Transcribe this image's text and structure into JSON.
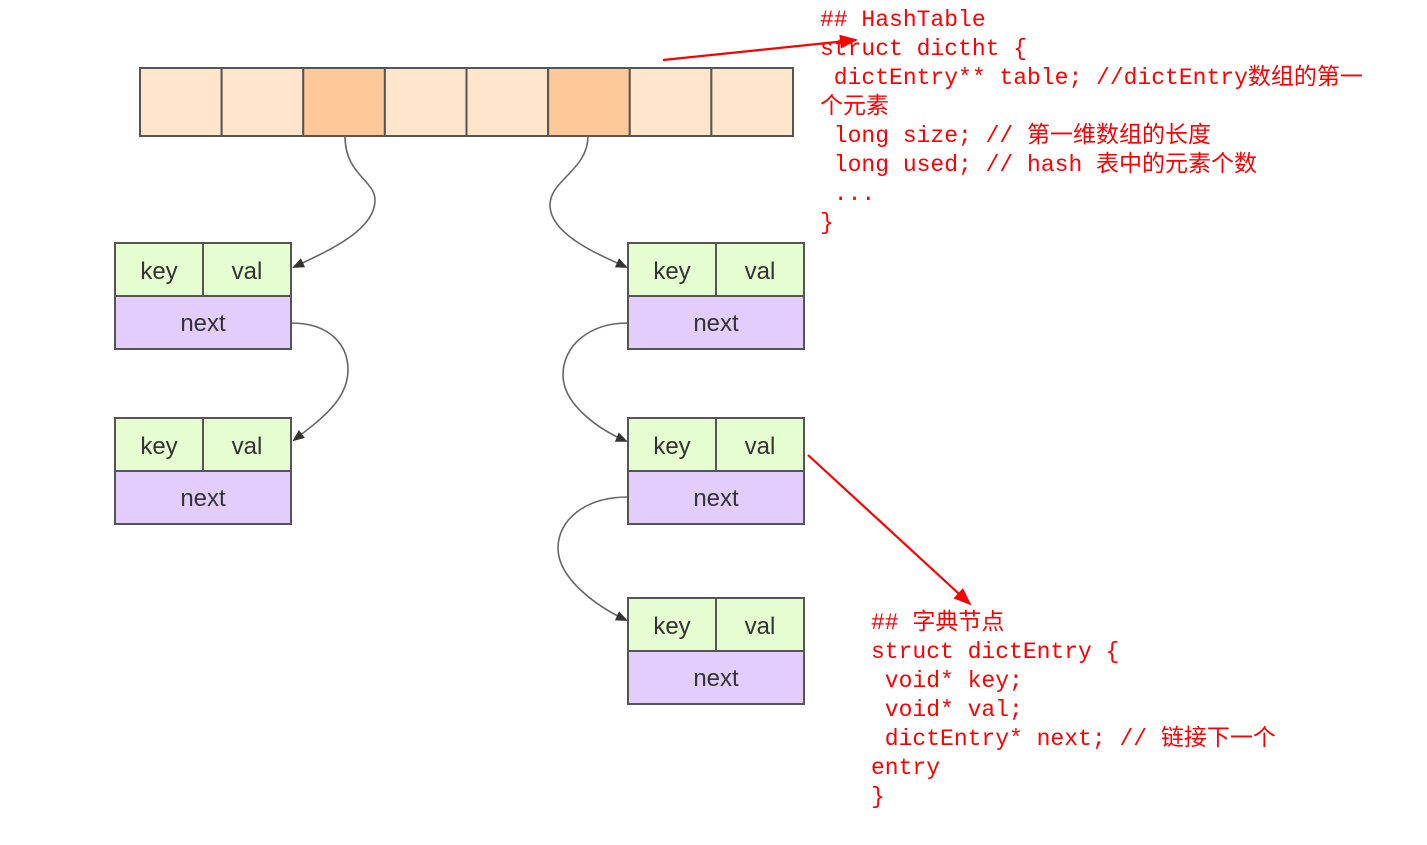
{
  "colors": {
    "bucket": "#fee5cb",
    "bucket_highlight": "#fec898",
    "keyval": "#e5fdd0",
    "next": "#e2cdfc",
    "border": "#555555",
    "annotation": "#ff0000"
  },
  "hashtable": {
    "bucket_count": 8,
    "highlighted_buckets": [
      2,
      5
    ]
  },
  "entry_labels": {
    "key": "key",
    "val": "val",
    "next": "next"
  },
  "hashtable_code": {
    "lines": [
      "## HashTable",
      "struct dictht {",
      " dictEntry** table; //dictEntry数组的第一",
      "个元素",
      " long size; // 第一维数组的长度",
      " long used; // hash 表中的元素个数",
      " ...",
      "}"
    ]
  },
  "entry_code": {
    "lines": [
      "## 字典节点",
      "struct dictEntry {",
      " void* key;",
      " void* val;",
      " dictEntry* next; // 链接下一个",
      "entry",
      "}"
    ]
  }
}
